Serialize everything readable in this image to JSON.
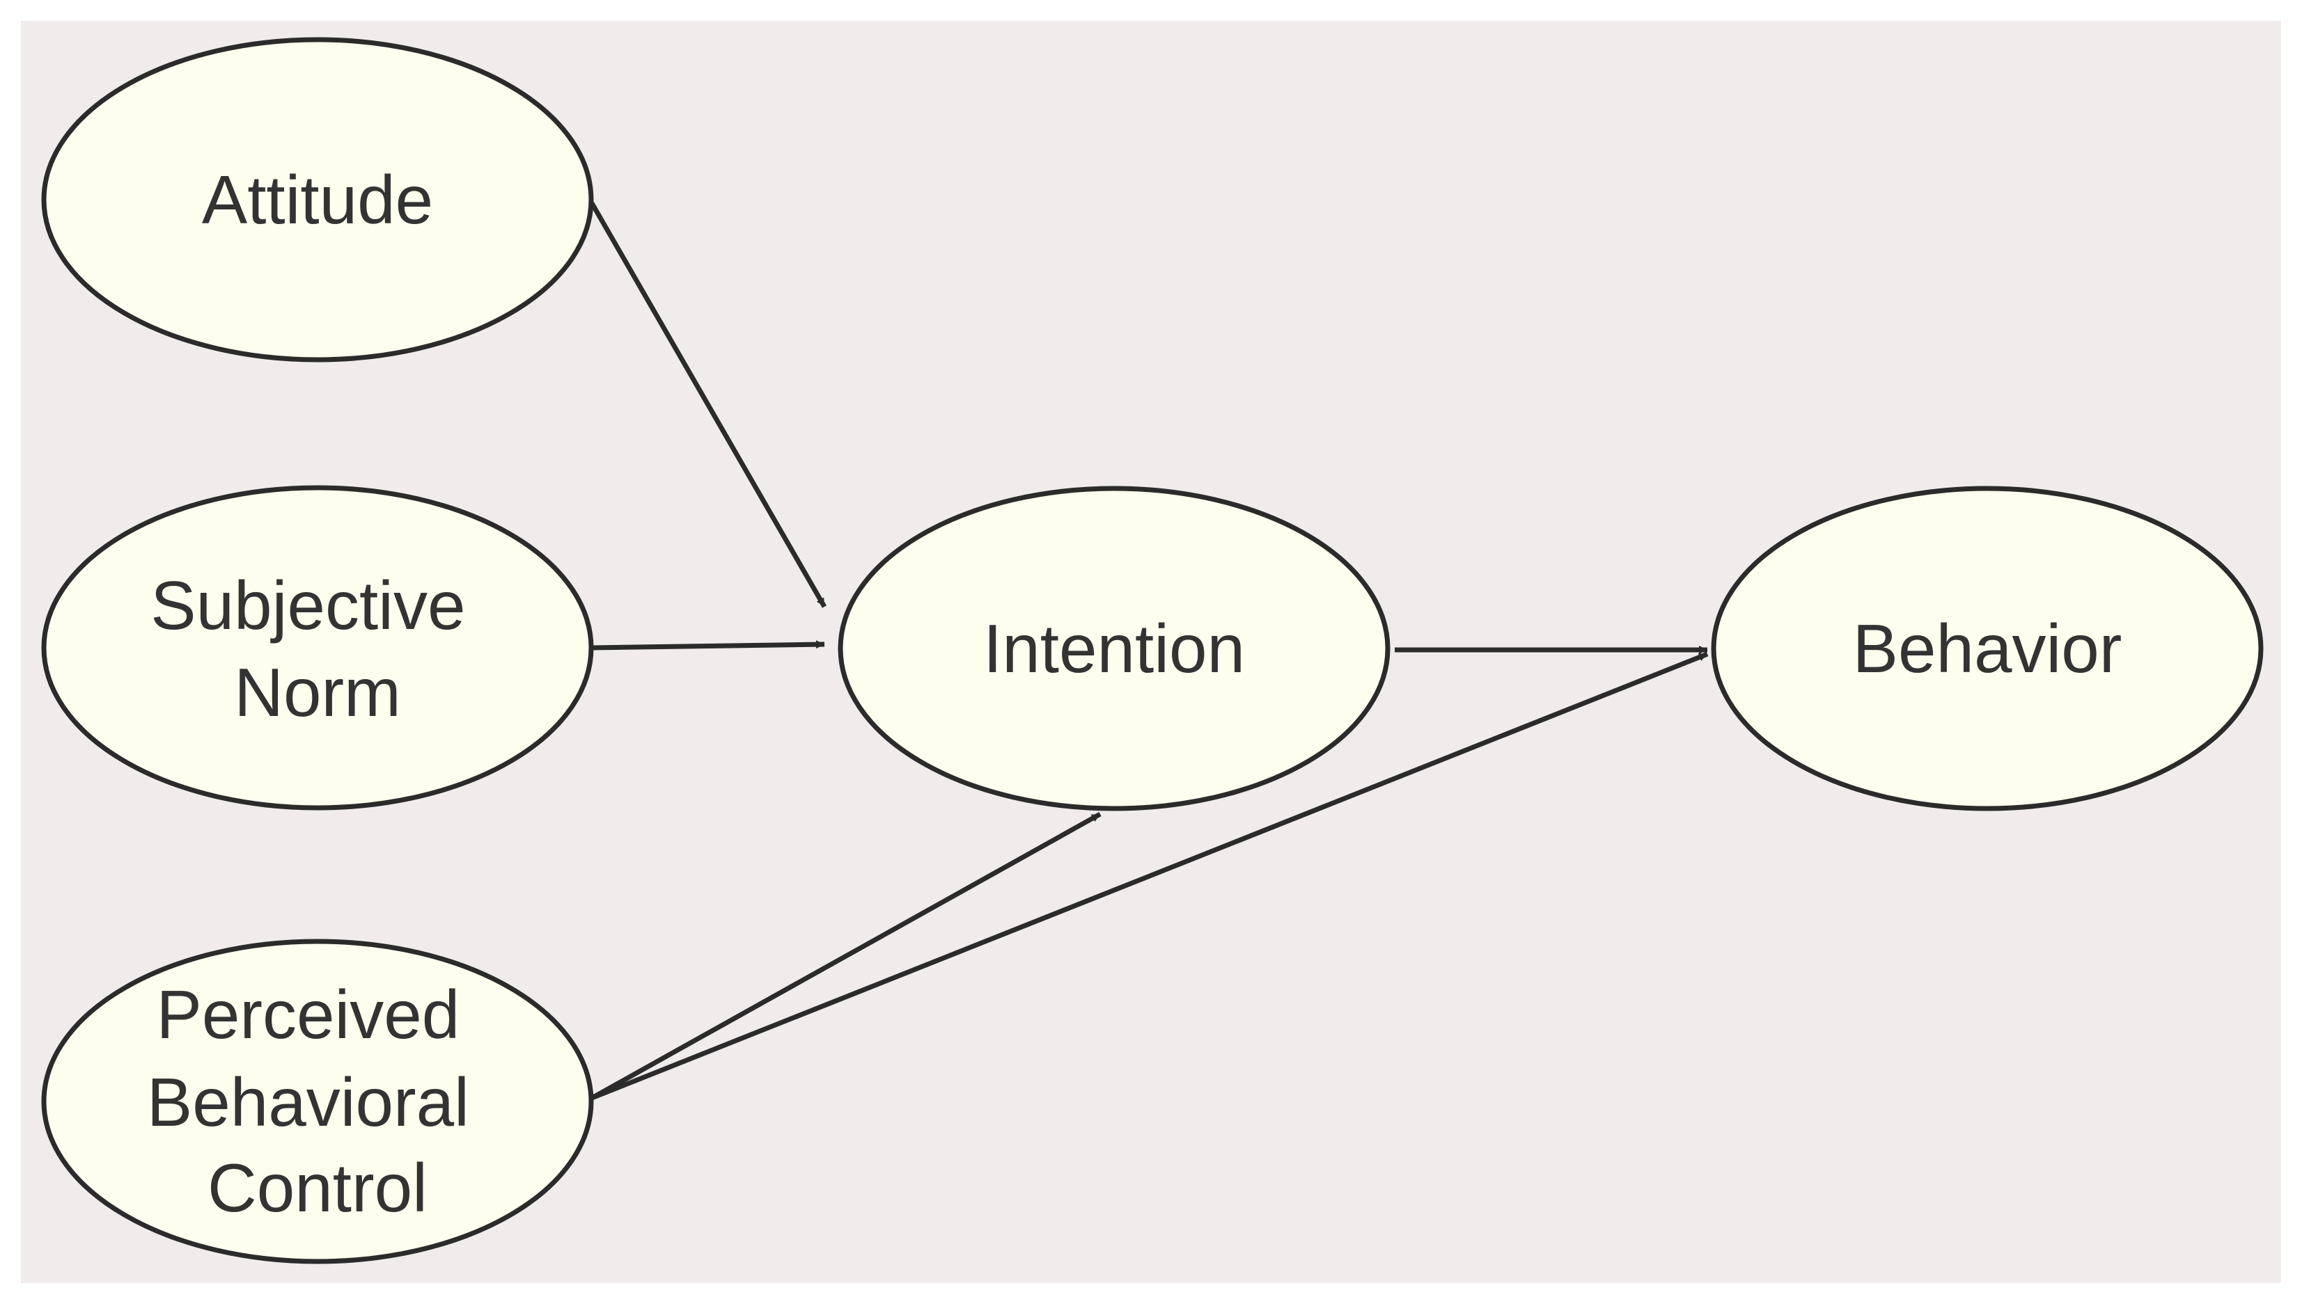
{
  "colors": {
    "page_background": "#ffffff",
    "diagram_background": "#f0ecec",
    "node_fill": "#fdfeee",
    "node_stroke": "#2b2b2b",
    "edge_color": "#2b2b2b",
    "text_color": "#333333"
  },
  "nodes": {
    "attitude": {
      "lines": [
        "Attitude"
      ]
    },
    "subjective_norm": {
      "lines": [
        "Subjective",
        "Norm"
      ]
    },
    "pbc": {
      "lines": [
        "Perceived",
        "Behavioral",
        "Control"
      ]
    },
    "intention": {
      "lines": [
        "Intention"
      ]
    },
    "behavior": {
      "lines": [
        "Behavior"
      ]
    }
  },
  "edges": [
    {
      "from": "attitude",
      "to": "intention"
    },
    {
      "from": "subjective_norm",
      "to": "intention"
    },
    {
      "from": "pbc",
      "to": "intention"
    },
    {
      "from": "pbc",
      "to": "behavior"
    },
    {
      "from": "intention",
      "to": "behavior"
    }
  ]
}
